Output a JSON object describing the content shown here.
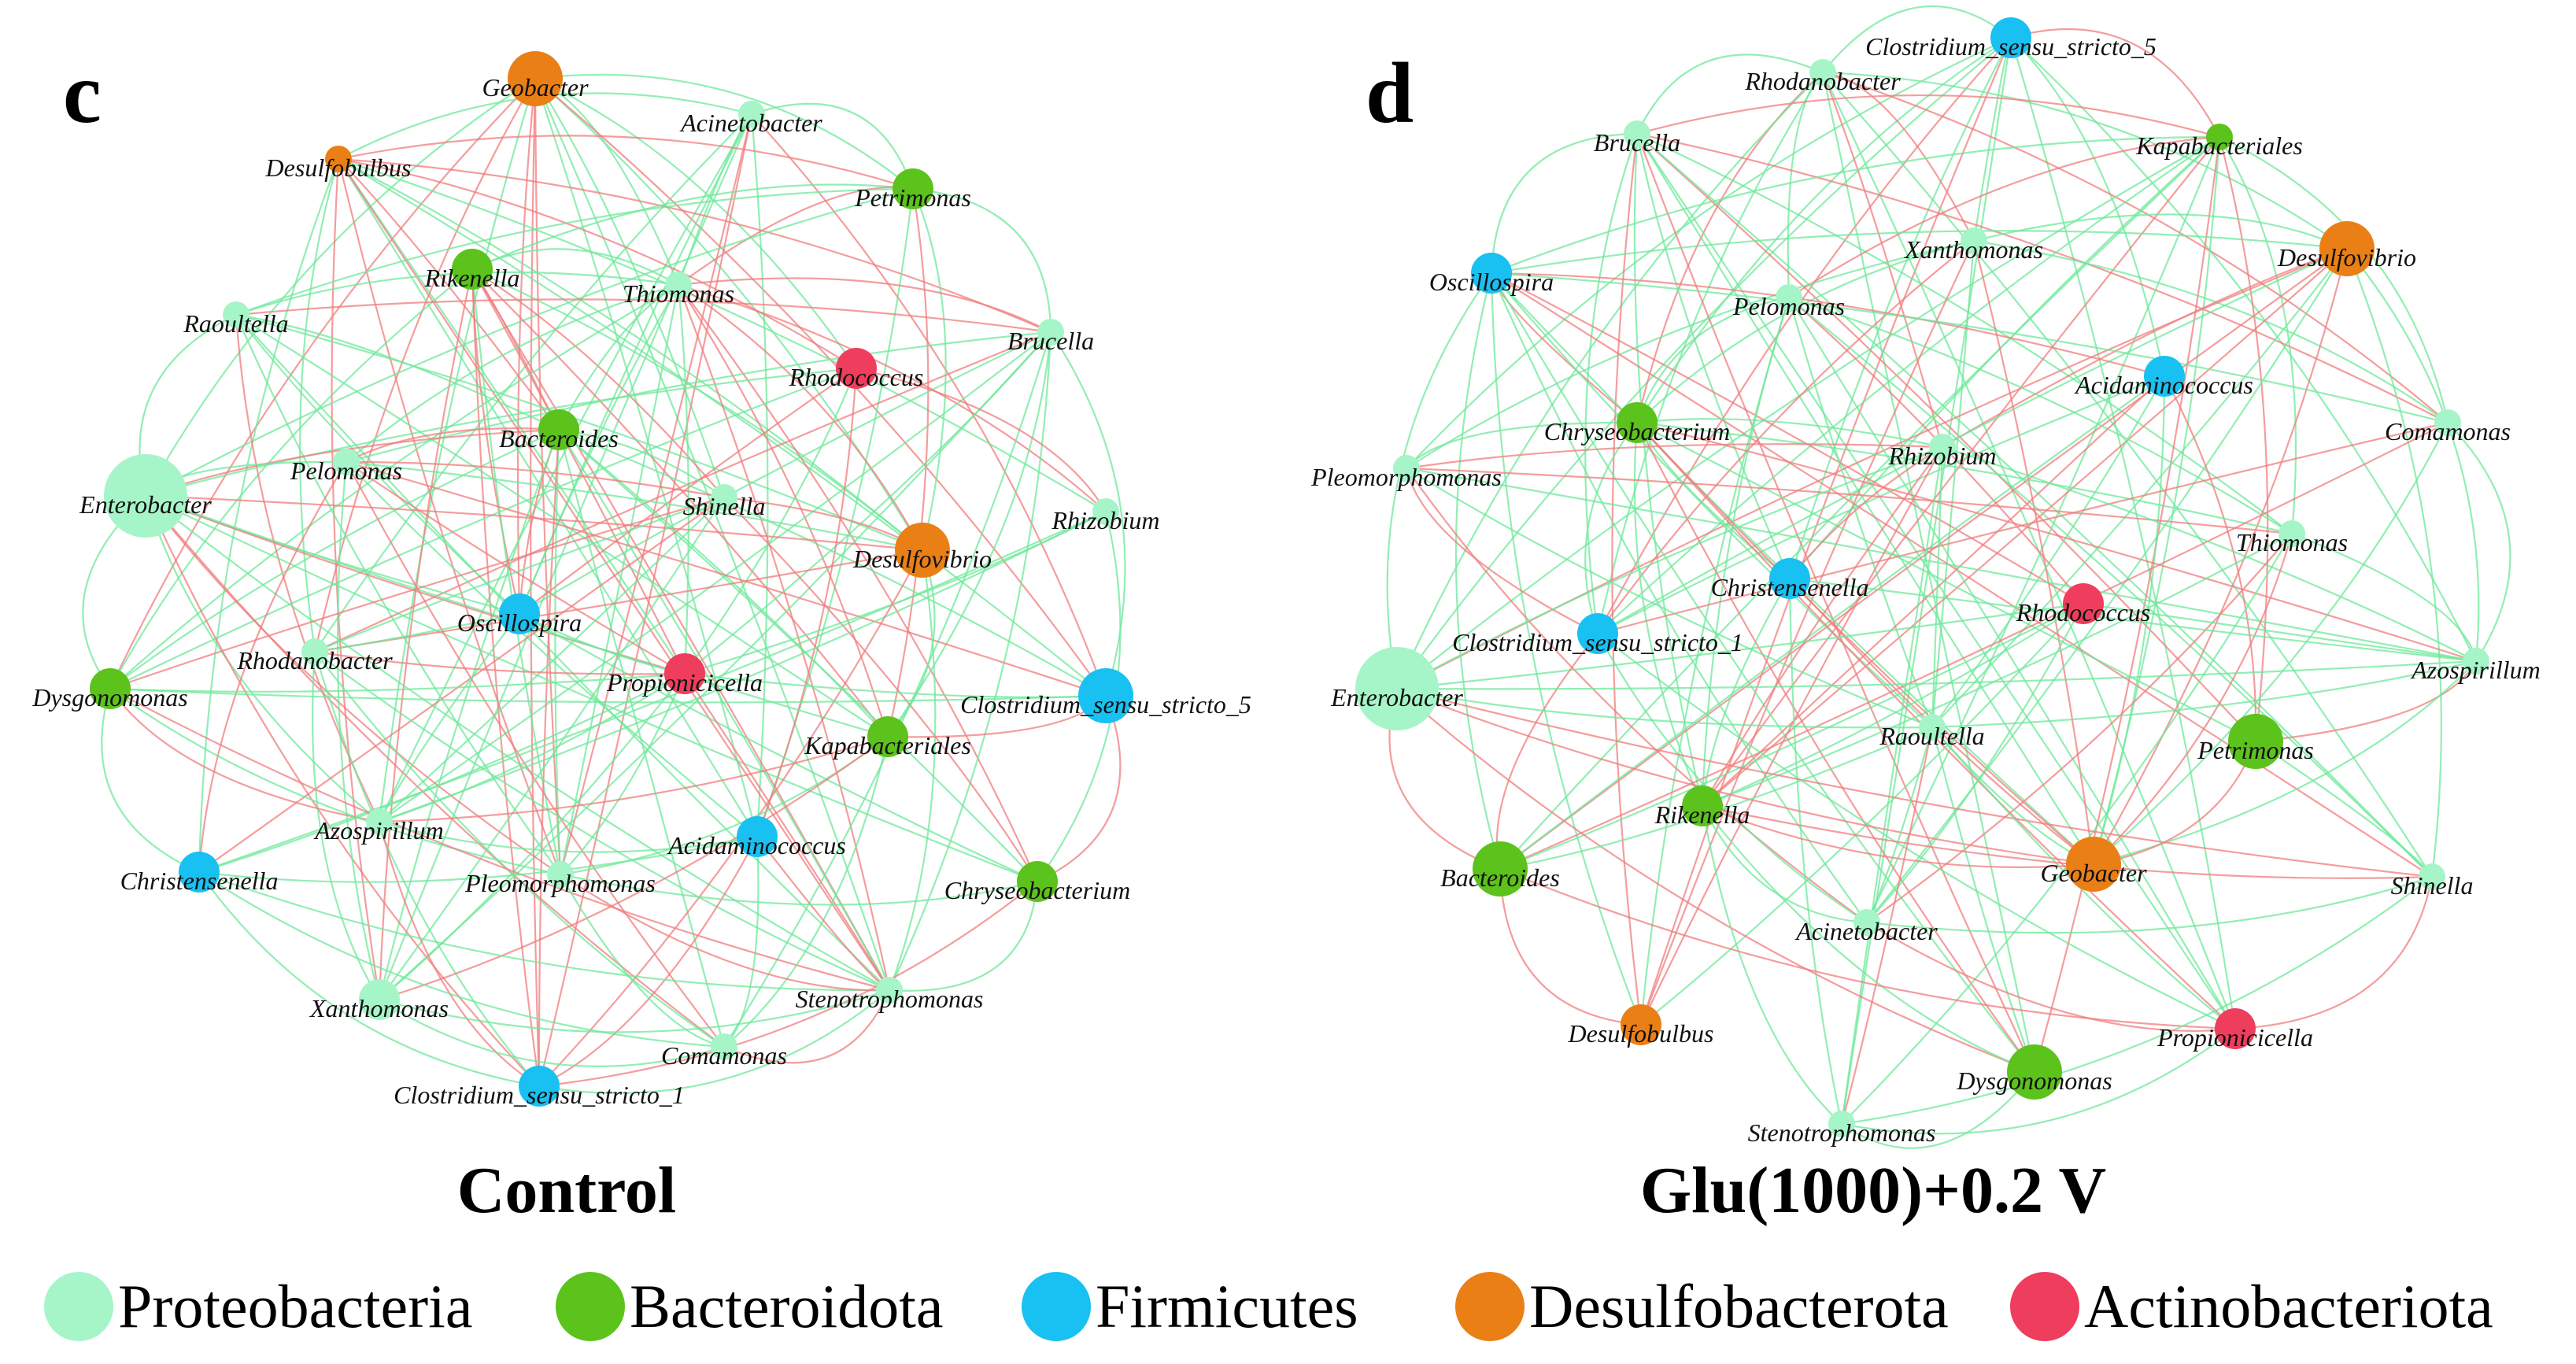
{
  "colors": {
    "Proteobacteria": "#a6f5c8",
    "Bacteroidota": "#5cc21c",
    "Firmicutes": "#19c0f2",
    "Desulfobacterota": "#ea7f16",
    "Actinobacteriota": "#ef3d5d",
    "positive_edge": "#6ee89a",
    "negative_edge": "#f07c7c"
  },
  "legend": [
    {
      "phylum": "Proteobacteria",
      "label": "Proteobacteria"
    },
    {
      "phylum": "Bacteroidota",
      "label": "Bacteroidota"
    },
    {
      "phylum": "Firmicutes",
      "label": "Firmicutes"
    },
    {
      "phylum": "Desulfobacterota",
      "label": "Desulfobacterota"
    },
    {
      "phylum": "Actinobacteriota",
      "label": "Actinobacteriota"
    }
  ],
  "panels": [
    {
      "letter": "c",
      "caption": "Control",
      "nodes": [
        {
          "name": "Geobacter",
          "phylum": "Desulfobacterota",
          "degree": 3
        },
        {
          "name": "Acinetobacter",
          "phylum": "Proteobacteria",
          "degree": 1
        },
        {
          "name": "Desulfobulbus",
          "phylum": "Desulfobacterota",
          "degree": 1
        },
        {
          "name": "Petrimonas",
          "phylum": "Bacteroidota",
          "degree": 2
        },
        {
          "name": "Rikenella",
          "phylum": "Bacteroidota",
          "degree": 2
        },
        {
          "name": "Thiomonas",
          "phylum": "Proteobacteria",
          "degree": 1
        },
        {
          "name": "Raoultella",
          "phylum": "Proteobacteria",
          "degree": 1
        },
        {
          "name": "Brucella",
          "phylum": "Proteobacteria",
          "degree": 1
        },
        {
          "name": "Rhodococcus",
          "phylum": "Actinobacteriota",
          "degree": 2
        },
        {
          "name": "Bacteroides",
          "phylum": "Bacteroidota",
          "degree": 2
        },
        {
          "name": "Enterobacter",
          "phylum": "Proteobacteria",
          "degree": 5
        },
        {
          "name": "Pelomonas",
          "phylum": "Proteobacteria",
          "degree": 1
        },
        {
          "name": "Shinella",
          "phylum": "Proteobacteria",
          "degree": 1
        },
        {
          "name": "Rhizobium",
          "phylum": "Proteobacteria",
          "degree": 1
        },
        {
          "name": "Desulfovibrio",
          "phylum": "Desulfobacterota",
          "degree": 3
        },
        {
          "name": "Oscillospira",
          "phylum": "Firmicutes",
          "degree": 2
        },
        {
          "name": "Rhodanobacter",
          "phylum": "Proteobacteria",
          "degree": 1
        },
        {
          "name": "Propionicicella",
          "phylum": "Actinobacteriota",
          "degree": 2
        },
        {
          "name": "Dysgonomonas",
          "phylum": "Bacteroidota",
          "degree": 2
        },
        {
          "name": "Clostridium_sensu_stricto_5",
          "phylum": "Firmicutes",
          "degree": 3
        },
        {
          "name": "Kapabacteriales",
          "phylum": "Bacteroidota",
          "degree": 2
        },
        {
          "name": "Azospirillum",
          "phylum": "Proteobacteria",
          "degree": 1
        },
        {
          "name": "Acidaminococcus",
          "phylum": "Firmicutes",
          "degree": 2
        },
        {
          "name": "Christensenella",
          "phylum": "Firmicutes",
          "degree": 2
        },
        {
          "name": "Pleomorphomonas",
          "phylum": "Proteobacteria",
          "degree": 1
        },
        {
          "name": "Chryseobacterium",
          "phylum": "Bacteroidota",
          "degree": 2
        },
        {
          "name": "Xanthomonas",
          "phylum": "Proteobacteria",
          "degree": 2
        },
        {
          "name": "Stenotrophomonas",
          "phylum": "Proteobacteria",
          "degree": 1
        },
        {
          "name": "Comamonas",
          "phylum": "Proteobacteria",
          "degree": 1
        },
        {
          "name": "Clostridium_sensu_stricto_1",
          "phylum": "Firmicutes",
          "degree": 2
        }
      ]
    },
    {
      "letter": "d",
      "caption": "Glu(1000)+0.2 V",
      "nodes": [
        {
          "name": "Clostridium_sensu_stricto_5",
          "phylum": "Firmicutes",
          "degree": 2
        },
        {
          "name": "Rhodanobacter",
          "phylum": "Proteobacteria",
          "degree": 1
        },
        {
          "name": "Brucella",
          "phylum": "Proteobacteria",
          "degree": 1
        },
        {
          "name": "Kapabacteriales",
          "phylum": "Bacteroidota",
          "degree": 1
        },
        {
          "name": "Xanthomonas",
          "phylum": "Proteobacteria",
          "degree": 1
        },
        {
          "name": "Desulfovibrio",
          "phylum": "Desulfobacterota",
          "degree": 3
        },
        {
          "name": "Oscillospira",
          "phylum": "Firmicutes",
          "degree": 2
        },
        {
          "name": "Pelomonas",
          "phylum": "Proteobacteria",
          "degree": 1
        },
        {
          "name": "Acidaminococcus",
          "phylum": "Firmicutes",
          "degree": 2
        },
        {
          "name": "Chryseobacterium",
          "phylum": "Bacteroidota",
          "degree": 2
        },
        {
          "name": "Comamonas",
          "phylum": "Proteobacteria",
          "degree": 1
        },
        {
          "name": "Pleomorphomonas",
          "phylum": "Proteobacteria",
          "degree": 1
        },
        {
          "name": "Rhizobium",
          "phylum": "Proteobacteria",
          "degree": 1
        },
        {
          "name": "Thiomonas",
          "phylum": "Proteobacteria",
          "degree": 1
        },
        {
          "name": "Christensenella",
          "phylum": "Firmicutes",
          "degree": 2
        },
        {
          "name": "Rhodococcus",
          "phylum": "Actinobacteriota",
          "degree": 2
        },
        {
          "name": "Clostridium_sensu_stricto_1",
          "phylum": "Firmicutes",
          "degree": 2
        },
        {
          "name": "Azospirillum",
          "phylum": "Proteobacteria",
          "degree": 1
        },
        {
          "name": "Enterobacter",
          "phylum": "Proteobacteria",
          "degree": 5
        },
        {
          "name": "Raoultella",
          "phylum": "Proteobacteria",
          "degree": 1
        },
        {
          "name": "Petrimonas",
          "phylum": "Bacteroidota",
          "degree": 3
        },
        {
          "name": "Rikenella",
          "phylum": "Bacteroidota",
          "degree": 2
        },
        {
          "name": "Geobacter",
          "phylum": "Desulfobacterota",
          "degree": 3
        },
        {
          "name": "Bacteroides",
          "phylum": "Bacteroidota",
          "degree": 3
        },
        {
          "name": "Shinella",
          "phylum": "Proteobacteria",
          "degree": 1
        },
        {
          "name": "Acinetobacter",
          "phylum": "Proteobacteria",
          "degree": 1
        },
        {
          "name": "Desulfobulbus",
          "phylum": "Desulfobacterota",
          "degree": 2
        },
        {
          "name": "Propionicicella",
          "phylum": "Actinobacteriota",
          "degree": 2
        },
        {
          "name": "Dysgonomonas",
          "phylum": "Bacteroidota",
          "degree": 3
        },
        {
          "name": "Stenotrophomonas",
          "phylum": "Proteobacteria",
          "degree": 1
        }
      ]
    }
  ]
}
